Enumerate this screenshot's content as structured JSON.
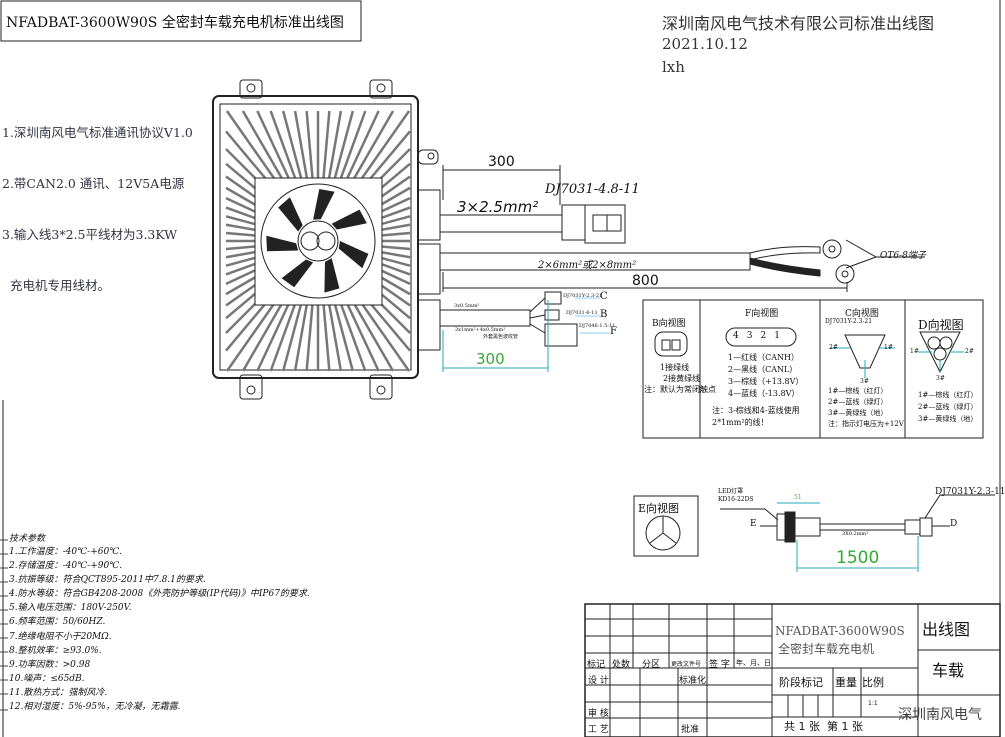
{
  "title_box": "NFADBAT-3600W90S 全密封车载充电机标准出线图",
  "header": {
    "company": "深圳南风电气技术有限公司标准出线图",
    "date": "2021.10.12",
    "author": "lxh"
  },
  "notes": [
    "1.深圳南风电气标准通讯协议V1.0",
    "2.带CAN2.0 通讯、12V5A电源",
    "3.输入线3*2.5平线材为3.3KW",
    "  充电机专用线材。"
  ],
  "cables": {
    "dim_300_top": "300",
    "input_wire": "3×2.5mm²",
    "input_connector": "DJ7031-4.8-11",
    "output_wire": "2×6mm²或2×8mm²",
    "dim_800": "800",
    "lug": "OT6-8端子",
    "signal_wire_1": "3x0.5mm²",
    "signal_wire_2": "3x1mm²+4x0.5mm²",
    "signal_note": "外套黑色波纹管",
    "conn_c": "DJ7031Y-2.3-21",
    "conn_b": "DJ7031-6-11",
    "conn_f": "DJ7046-1.5-11",
    "label_c": "C",
    "label_b": "B",
    "label_f": "F",
    "dim_300_green": "300"
  },
  "views": {
    "b": {
      "title": "B向视图",
      "lines": [
        "1接绿线",
        "2接黄绿线",
        "注：默认为常闭触点"
      ]
    },
    "f": {
      "title": "F向视图",
      "pins": [
        "4",
        "3",
        "2",
        "1"
      ],
      "lines": [
        "1—红线（CANH）",
        "2—黑线（CANL）",
        "3—棕线（+13.8V）",
        "4—蓝线（-13.8V）"
      ],
      "note": "注：3-棕线和4-蓝线使用2*1mm²的线！"
    },
    "c": {
      "title": "C向视图",
      "part": "DJ7031Y-2.3-21",
      "p1": "1#",
      "p2": "2#",
      "p3": "3#",
      "lines": [
        "1#—棕线（红灯）",
        "2#—蓝线（绿灯）",
        "3#—黄绿线（地）",
        "注：指示灯电压为+12V"
      ]
    },
    "d": {
      "title": "D向视图",
      "p1": "1#",
      "p2": "2#",
      "p3": "3#",
      "lines": [
        "1#—棕线（红灯）",
        "2#—蓝线（绿灯）",
        "3#—黄绿线（地）"
      ]
    },
    "e": {
      "title": "E向视图",
      "led": "LED灯罩",
      "led_part": "KD16-22DS",
      "dim_51": "51",
      "label_e": "E",
      "label_d": "D",
      "wire": "3X0.2mm²",
      "conn": "DJ7031Y-2.3-11",
      "dim_1500": "1500"
    }
  },
  "tech": {
    "title": "技术参数",
    "items": [
      "1.工作温度：-40℃-+60℃.",
      "2.存储温度：-40℃-+90℃.",
      "3.抗振等级：符合QCT895-2011中7.8.1的要求.",
      "4.防水等级：符合GB4208-2008《外壳防护等级(IP代码)》中IP67的要求.",
      "5.输入电压范围：180V-250V.",
      "6.频率范围：50/60HZ.",
      "7.绝缘电阻不小于20MΩ.",
      "8.整机效率：≥93.0%.",
      "9.功率因数：>0.98",
      "10.噪声：≤65dB.",
      "11.散热方式：强制风冷.",
      "12.相对湿度：5%-95%，无冷凝，无霜露."
    ]
  },
  "titleblock": {
    "model": "NFADBAT-3600W90S",
    "name": "全密封车载充电机",
    "h": [
      "标记",
      "处数",
      "分区",
      "更改文件号",
      "签 字",
      "年、月、日"
    ],
    "design": "设 计",
    "std": "标准化",
    "review": "审 核",
    "craft": "工 艺",
    "approve": "批准",
    "stage": "阶段标记",
    "weight": "重量",
    "scale": "比例",
    "scale_val": "1:1",
    "sheets": "共 1 张  第 1 张",
    "drawing": "出线图",
    "type": "车载",
    "company": "深圳南风电气"
  }
}
